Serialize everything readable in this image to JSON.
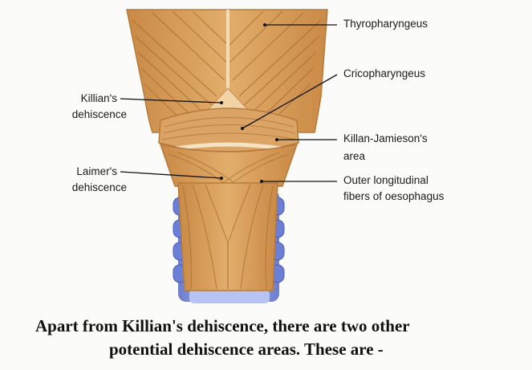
{
  "labels": {
    "thyropharyngeus": "Thyropharyngeus",
    "cricopharyngeus": "Cricopharyngeus",
    "killian_1": "Killian's",
    "killian_2": "dehiscence",
    "killian_jamieson_1": "Killan-Jamieson's",
    "killian_jamieson_2": "area",
    "laimer_1": "Laimer's",
    "laimer_2": "dehiscence",
    "outer_fibers_1": "Outer longitudinal",
    "outer_fibers_2": "fibers of oesophagus"
  },
  "caption": {
    "line1": "Apart from Killian's dehiscence, there are two other",
    "line2": "potential dehiscence areas. These are -"
  },
  "colors": {
    "muscle": "#d9a15e",
    "muscle_dark": "#b9783b",
    "fiber": "#a86d35",
    "cartilage": "#7b8ed8",
    "leader_line": "#111111"
  }
}
